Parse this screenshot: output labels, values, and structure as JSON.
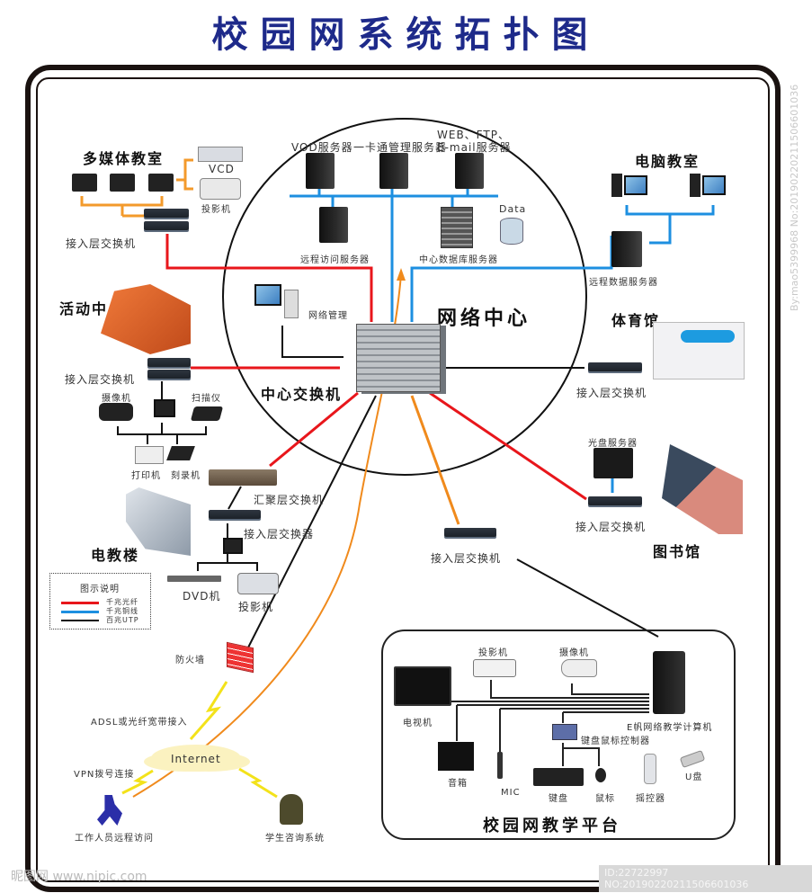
{
  "title": "校园网系统拓扑图",
  "network_center": {
    "label": "网络中心",
    "core_switch_label": "中心交换机",
    "network_management_label": "网络管理",
    "servers": [
      {
        "id": "vod",
        "label": "VOD服务器"
      },
      {
        "id": "card",
        "label": "一卡通管理服务器"
      },
      {
        "id": "web",
        "label": "WEB、FTP、E-mail服务器",
        "lines": [
          "WEB、FTP、",
          "E-mail服务器"
        ]
      },
      {
        "id": "remote-access",
        "label": "远程访问服务器"
      },
      {
        "id": "central-db",
        "label": "中心数据库服务器"
      }
    ],
    "data_store_label": "Data"
  },
  "multimedia_classroom": {
    "title": "多媒体教室",
    "vcd_label": "VCD",
    "projector_label": "投影机",
    "switch_label": "接入层交换机"
  },
  "computer_classroom": {
    "title": "电脑教室",
    "remote_data_server_label": "远程数据服务器"
  },
  "activity_center": {
    "title": "活动中心",
    "switch_label": "接入层交换机",
    "devices": [
      "摄像机",
      "扫描仪",
      "打印机",
      "刻录机"
    ]
  },
  "gymnasium": {
    "title": "体育馆",
    "switch_label": "接入层交换机"
  },
  "library": {
    "title": "图书馆",
    "cd_server_label": "光盘服务器",
    "switch_label": "接入层交换机"
  },
  "av_building": {
    "title": "电教楼",
    "aggregation_switch_label": "汇聚层交换机",
    "access_switch_label": "接入层交换器",
    "dvd_label": "DVD机",
    "projector_label": "投影机"
  },
  "bottom_switch_label": "接入层交换机",
  "legend": {
    "title": "图示说明",
    "items": [
      {
        "label": "千兆光纤",
        "color": "#e8161b"
      },
      {
        "label": "千兆铜线",
        "color": "#1d8fe0"
      },
      {
        "label": "百兆UTP",
        "color": "#111111"
      }
    ]
  },
  "internet": {
    "firewall_label": "防火墙",
    "adsl_label": "ADSL或光纤宽带接入",
    "cloud_label": "Internet",
    "vpn_label": "VPN拨号连接",
    "remote_staff_label": "工作人员远程访问",
    "student_system_label": "学生咨询系统"
  },
  "teaching_platform": {
    "title": "校园网教学平台",
    "computer_label": "E帆网络教学计算机",
    "devices": {
      "tv": "电视机",
      "projector": "投影机",
      "camera": "摄像机",
      "speaker": "音箱",
      "mic": "MIC",
      "kvm": "键盘鼠标控制器",
      "keyboard": "键盘",
      "mouse": "鼠标",
      "remote": "摇控器",
      "usb": "U盘"
    }
  },
  "colors": {
    "title": "#1e2a8a",
    "fiber": "#e8161b",
    "copper": "#1d8fe0",
    "utp": "#111111",
    "internet_link": "#f08a1c",
    "wireless": "#f3e21a",
    "multimedia_link": "#f39a2b"
  },
  "watermarks": {
    "site": "昵图网 www.nipic.com",
    "id": "ID:22722997 NO:20190220211506601036",
    "side": "By:mao5399968 No:20190220211506601036"
  }
}
